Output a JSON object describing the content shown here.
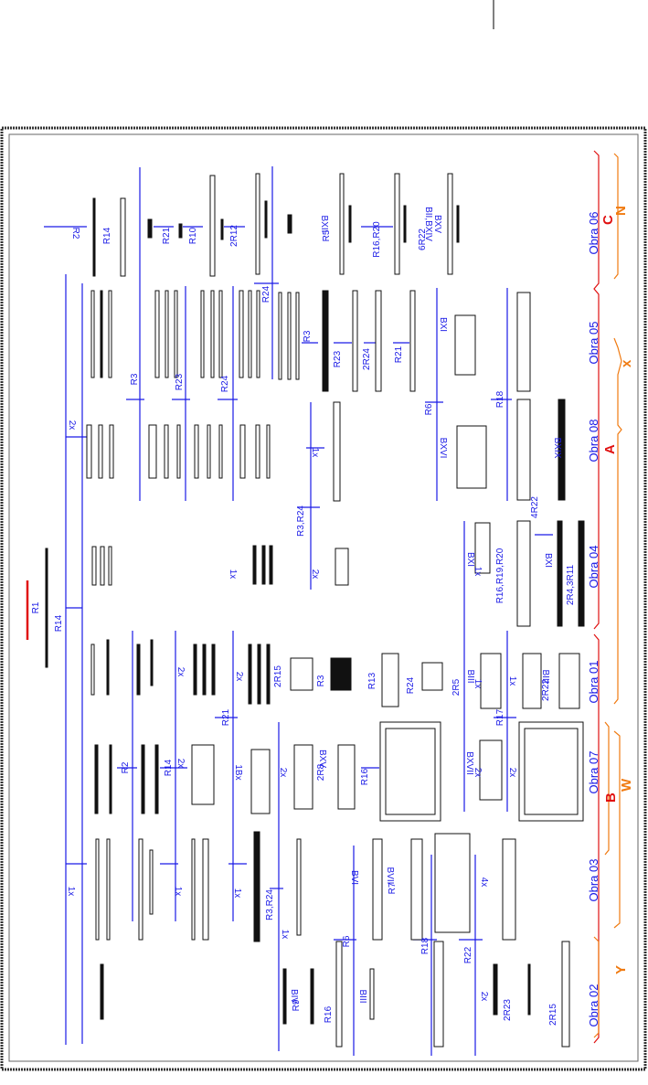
{
  "diagram": {
    "obras": [
      "Obra 06",
      "Obra 05",
      "Obra 08",
      "Obra 04",
      "Obra 01",
      "Obra 07",
      "Obra 03",
      "Obra 02"
    ],
    "letters": {
      "n": "N",
      "c": "C",
      "x": "x",
      "a": "A",
      "w": "W",
      "b": "B",
      "y": "Y"
    },
    "obra06": [
      "R2",
      "R14",
      "R21",
      "R10",
      "2R12",
      "BXII",
      "R5",
      "R16,R20",
      "BII,BXIV",
      "BXV",
      "6R22"
    ],
    "obra05": [
      "R24",
      "R3",
      "R23",
      "2R24",
      "R21",
      "BXI",
      "R6",
      "R18"
    ],
    "obra08": [
      "2x",
      "R3",
      "R23",
      "R24",
      "1x",
      "BXVI",
      "BXIX",
      "4R22"
    ],
    "obra04": [
      "R3,R24",
      "2x",
      "1x",
      "BXI",
      "1x",
      "R16,R19,R20",
      "BXI",
      "2R4,3R11",
      "R1",
      "R14"
    ],
    "obra01": [
      "2x",
      "2x",
      "2R15",
      "R3",
      "R13",
      "R24",
      "2R5",
      "BIII",
      "1x",
      "1x",
      "BIII",
      "2R22"
    ],
    "obra07": [
      "R2",
      "R14",
      "2x",
      "R21",
      "1Bx",
      "2x",
      "BXV",
      "2R8",
      "R16",
      "BXVII",
      "2x",
      "R17",
      "2x"
    ],
    "obra03": [
      "1x",
      "1x",
      "1x",
      "R3,R24",
      "1x",
      "BVI",
      "BVII",
      "R7",
      "4x",
      "R6",
      "R18",
      "R22"
    ],
    "obra02": [
      "BIV",
      "R9",
      "R16",
      "BIII",
      "2x",
      "2R23",
      "2R15"
    ],
    "colors": {
      "labels": "#1a1ae6",
      "brace_red": "#e01010",
      "brace_orange": "#f07a10",
      "parts": "#111111"
    }
  }
}
